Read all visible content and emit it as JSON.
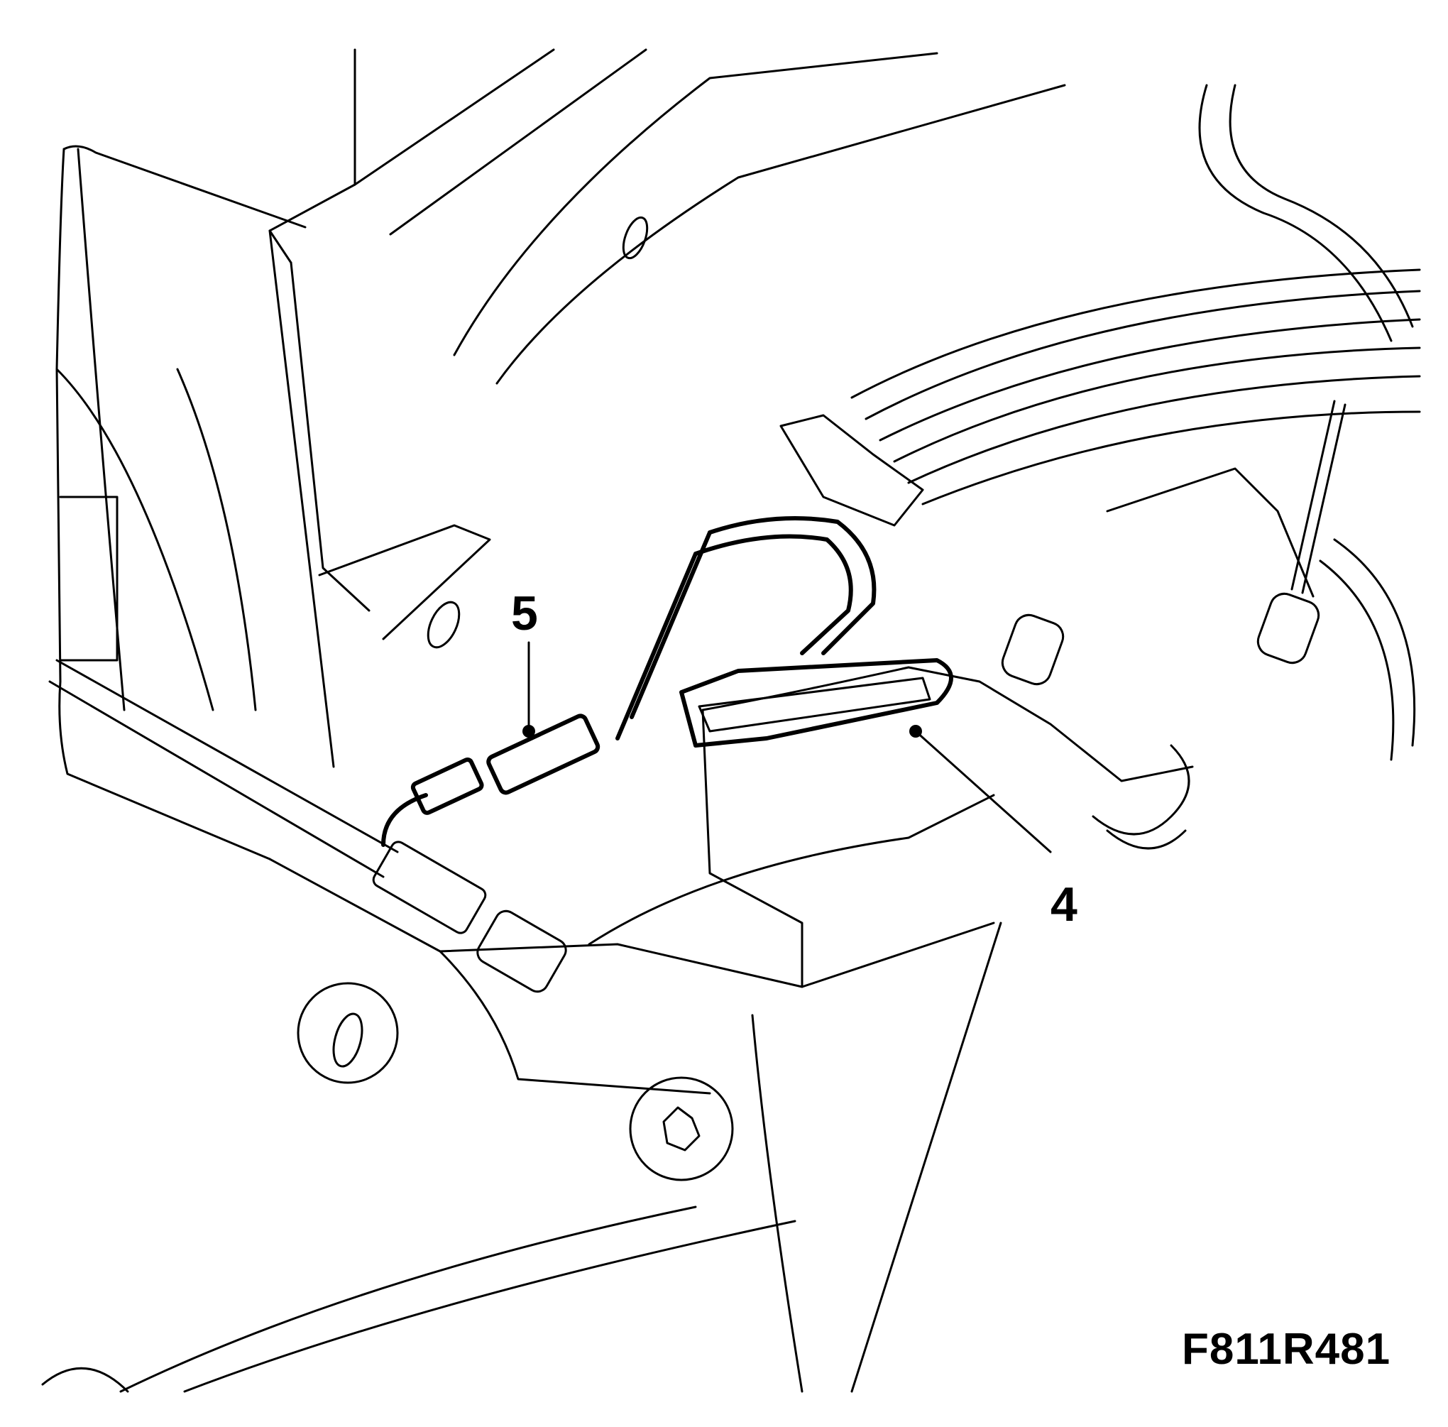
{
  "figure": {
    "code": "F811R481"
  },
  "callouts": [
    {
      "id": "5",
      "label": "5"
    },
    {
      "id": "4",
      "label": "4"
    }
  ],
  "colors": {
    "line": "#000000",
    "background": "#ffffff"
  }
}
